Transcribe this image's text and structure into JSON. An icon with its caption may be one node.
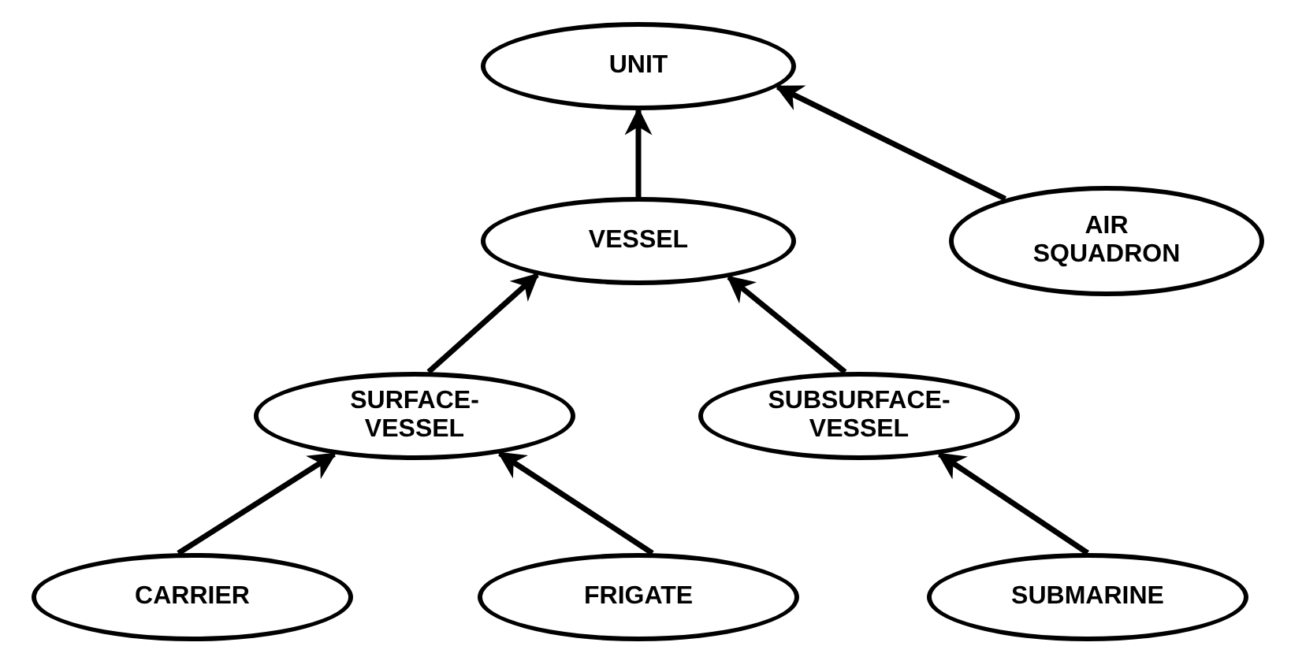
{
  "diagram": {
    "nodes": [
      {
        "text": [
          "UNIT"
        ]
      },
      {
        "text": [
          "VESSEL"
        ]
      },
      {
        "text": [
          "AIR SQUADRON"
        ]
      },
      {
        "text": [
          "SURFACE-VESSEL"
        ]
      },
      {
        "text": [
          "SUBSURFACE-VESSEL"
        ]
      },
      {
        "text": [
          "CARRIER"
        ]
      },
      {
        "text": [
          "FRIGATE"
        ]
      },
      {
        "text": [
          "SUBMARINE"
        ]
      }
    ],
    "edges": [
      {
        "from": 1,
        "to": 0,
        "arrow": "to"
      },
      {
        "from": 2,
        "to": 0,
        "arrow": "to"
      },
      {
        "from": 3,
        "to": 1,
        "arrow": "to"
      },
      {
        "from": 4,
        "to": 1,
        "arrow": "to"
      },
      {
        "from": 5,
        "to": 3,
        "arrow": "to"
      },
      {
        "from": 6,
        "to": 3,
        "arrow": "to"
      },
      {
        "from": 7,
        "to": 4,
        "arrow": "to"
      }
    ]
  }
}
